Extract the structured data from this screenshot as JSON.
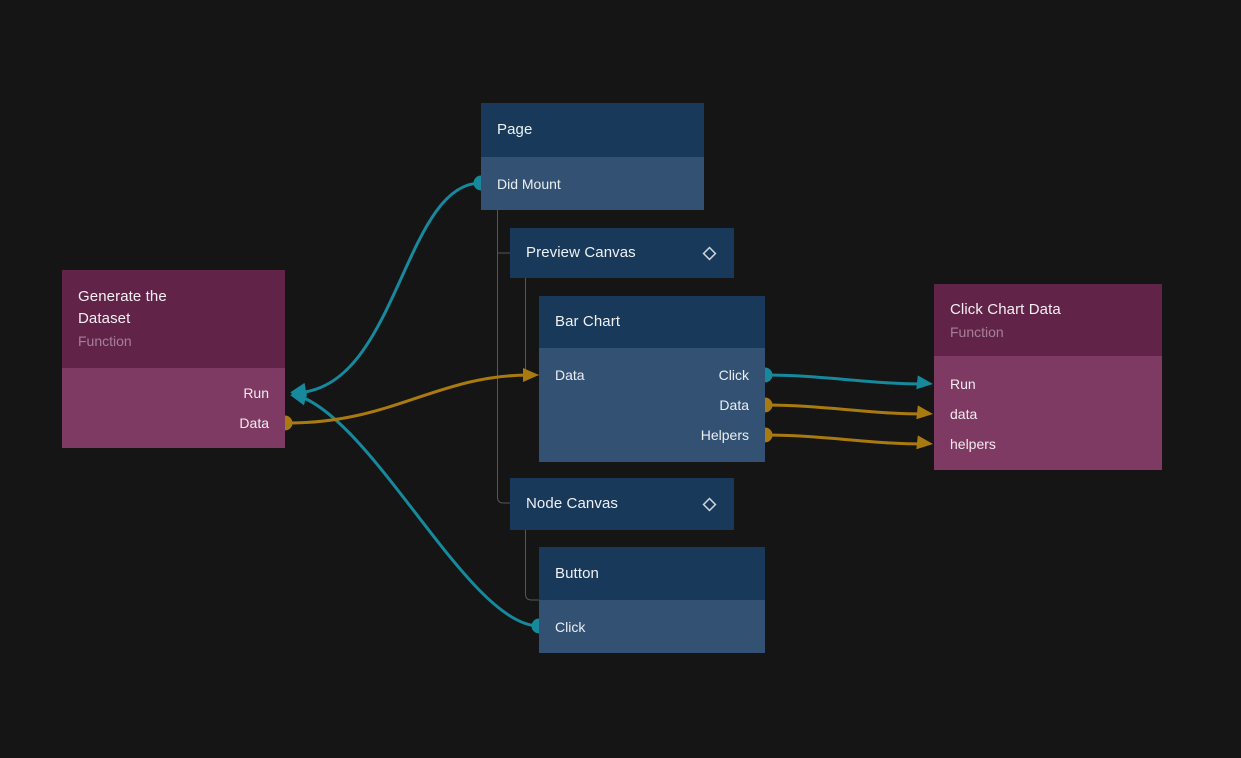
{
  "app": "visual-node-graph-editor",
  "colors": {
    "background": "#151515",
    "teal": "#17899d",
    "orange": "#a97a10",
    "tree_line": "#54575a",
    "blue_header": "#18395a",
    "blue_body": "#335273",
    "purple_header": "#622349",
    "purple_body": "#7e3a63",
    "icon_stroke": "#cdd5dc"
  },
  "nodes": {
    "generate": {
      "title": "Generate the Dataset",
      "subtitle": "Function",
      "ports": {
        "run": "Run",
        "data": "Data"
      }
    },
    "page": {
      "title": "Page",
      "ports": {
        "didMount": "Did Mount"
      }
    },
    "preview": {
      "title": "Preview Canvas",
      "icon": "diamond"
    },
    "barchart": {
      "title": "Bar Chart",
      "ports": {
        "dataIn": "Data",
        "click": "Click",
        "dataOut": "Data",
        "helpers": "Helpers"
      }
    },
    "nodecanvas": {
      "title": "Node Canvas",
      "icon": "diamond"
    },
    "button": {
      "title": "Button",
      "ports": {
        "click": "Click"
      }
    },
    "clickchart": {
      "title": "Click Chart Data",
      "subtitle": "Function",
      "ports": {
        "run": "Run",
        "data": "data",
        "helpers": "helpers"
      }
    }
  },
  "connections": [
    {
      "from": "page.didMount",
      "to": "generate.run",
      "color": "#17899d"
    },
    {
      "from": "button.click",
      "to": "generate.run",
      "color": "#17899d"
    },
    {
      "from": "generate.data",
      "to": "barchart.dataIn",
      "color": "#a97a10"
    },
    {
      "from": "barchart.click",
      "to": "clickchart.run",
      "color": "#17899d"
    },
    {
      "from": "barchart.dataOut",
      "to": "clickchart.data",
      "color": "#a97a10"
    },
    {
      "from": "barchart.helpers",
      "to": "clickchart.helpers",
      "color": "#a97a10"
    }
  ]
}
